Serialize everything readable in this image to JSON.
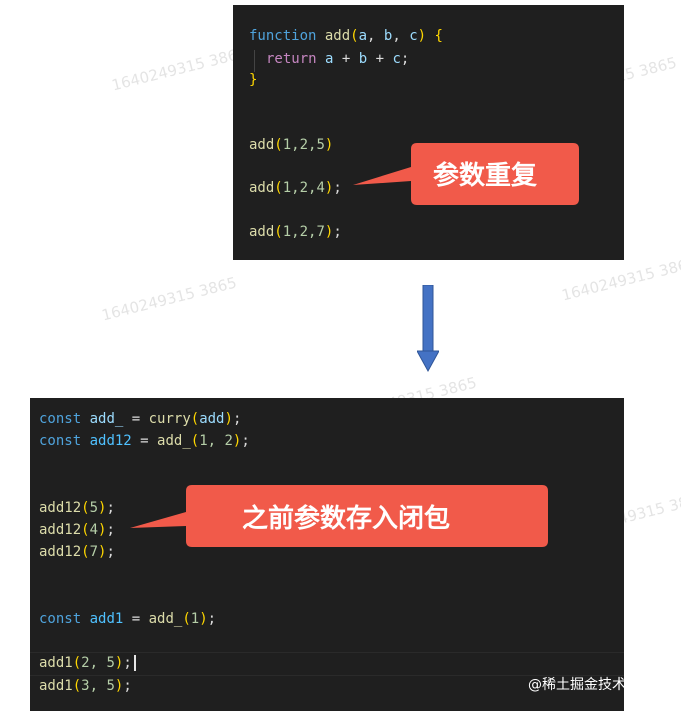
{
  "top_code": {
    "sig_kw": "function",
    "sig_fn": "add",
    "sig_open": "(",
    "sig_a": "a",
    "sig_comma1": ", ",
    "sig_b": "b",
    "sig_comma2": ", ",
    "sig_c": "c",
    "sig_close": ")",
    "sig_brace": " {",
    "ret_kw": "return",
    "ret_a": "a",
    "ret_plus1": " + ",
    "ret_b": "b",
    "ret_plus2": " + ",
    "ret_c": "c",
    "ret_semi": ";",
    "close_brace": "}",
    "calls": [
      {
        "fn": "add",
        "open": "(",
        "args": "1,2,5",
        "close": ")",
        "semi": ""
      },
      {
        "fn": "add",
        "open": "(",
        "args": "1,2,4",
        "close": ")",
        "semi": ";"
      },
      {
        "fn": "add",
        "open": "(",
        "args": "1,2,7",
        "close": ")",
        "semi": ";"
      }
    ]
  },
  "top_callout": {
    "text": "参数重复",
    "color": "#f15a4a"
  },
  "bottom_code": {
    "l1_kw": "const",
    "l1_var": "add_",
    "l1_eq": " = ",
    "l1_fn": "curry",
    "l1_open": "(",
    "l1_arg": "add",
    "l1_close": ")",
    "l1_semi": ";",
    "l2_kw": "const",
    "l2_var": "add12",
    "l2_eq": " = ",
    "l2_fn": "add_",
    "l2_open": "(",
    "l2_args": "1, 2",
    "l2_close": ")",
    "l2_semi": ";",
    "calls12": [
      {
        "fn": "add12",
        "open": "(",
        "args": "5",
        "close": ")",
        "semi": ";"
      },
      {
        "fn": "add12",
        "open": "(",
        "args": "4",
        "close": ")",
        "semi": ";"
      },
      {
        "fn": "add12",
        "open": "(",
        "args": "7",
        "close": ")",
        "semi": ";"
      }
    ],
    "l3_kw": "const",
    "l3_var": "add1",
    "l3_eq": " = ",
    "l3_fn": "add_",
    "l3_open": "(",
    "l3_args": "1",
    "l3_close": ")",
    "l3_semi": ";",
    "calls1": [
      {
        "fn": "add1",
        "open": "(",
        "args": "2, 5",
        "close": ")",
        "semi": ";"
      },
      {
        "fn": "add1",
        "open": "(",
        "args": "3, 5",
        "close": ")",
        "semi": ";"
      }
    ]
  },
  "bottom_callout": {
    "text": "之前参数存入闭包",
    "color": "#f15a4a"
  },
  "arrow_color": "#4472c4",
  "watermark": "1640249315 3865",
  "footer": "@稀土掘金技术社区"
}
